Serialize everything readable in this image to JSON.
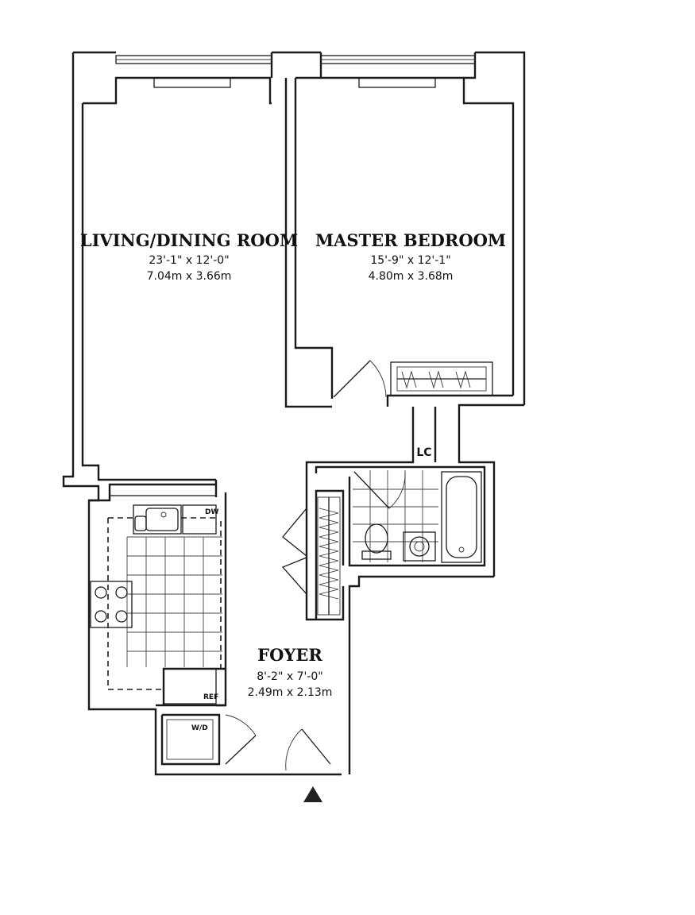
{
  "rooms": {
    "living": {
      "name": "LIVING/DINING ROOM",
      "dim_imperial": "23'-1\" x 12'-0\"",
      "dim_metric": "7.04m x 3.66m"
    },
    "bedroom": {
      "name": "MASTER BEDROOM",
      "dim_imperial": "15'-9\" x 12'-1\"",
      "dim_metric": "4.80m x 3.68m"
    },
    "foyer": {
      "name": "FOYER",
      "dim_imperial": "8'-2\" x 7'-0\"",
      "dim_metric": "2.49m x 2.13m"
    }
  },
  "fixtures": {
    "linen_closet": "LC",
    "dishwasher": "DW",
    "refrigerator": "REF",
    "washer_dryer": "W/D"
  },
  "icons": {
    "entry": "entry-arrow-icon"
  }
}
